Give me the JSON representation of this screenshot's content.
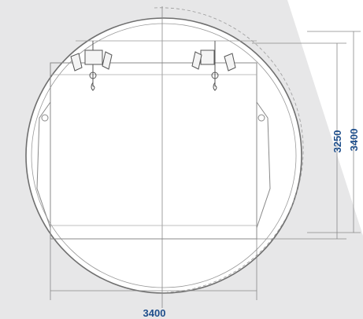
{
  "dimensions": {
    "width_label": "3400",
    "inner_height_label": "3250",
    "outer_height_label": "3400"
  },
  "colors": {
    "background": "#e7e7e8",
    "band": "#ffffff",
    "line": "#777777",
    "circle_fill": "#ffffff",
    "dimension_text": "#1f4f8c"
  }
}
